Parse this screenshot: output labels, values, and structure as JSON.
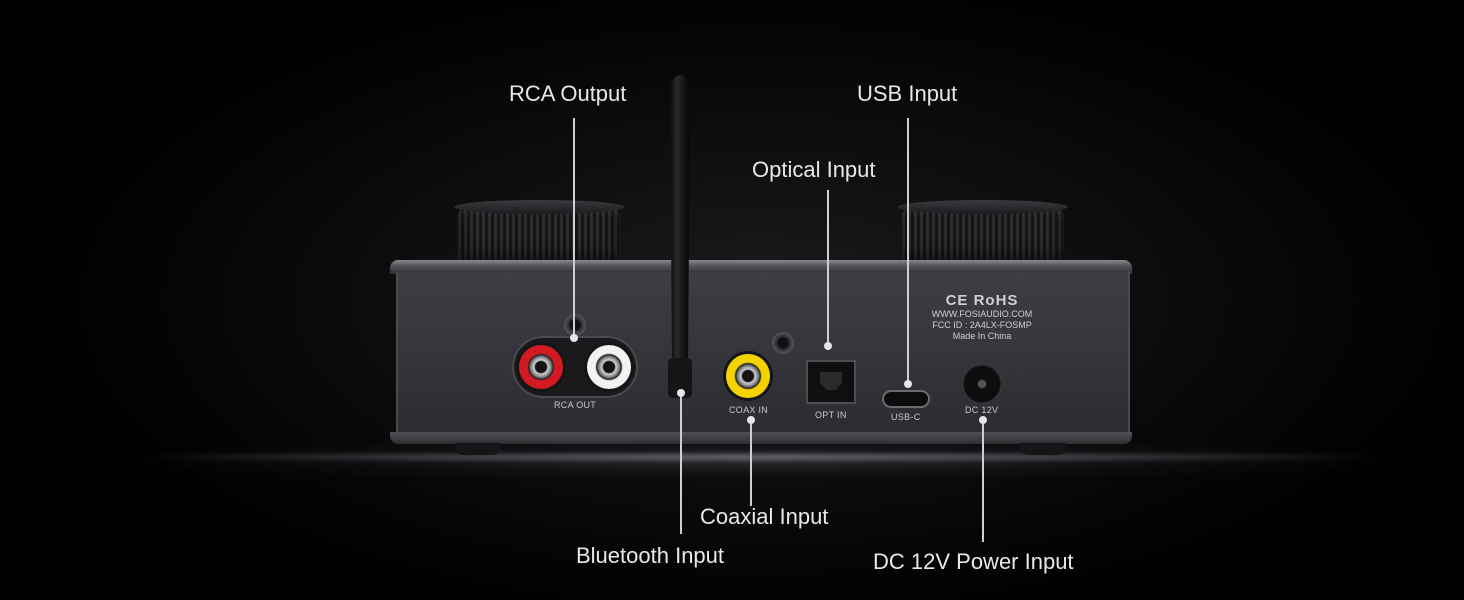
{
  "callouts": {
    "rca_output": "RCA Output",
    "usb_input": "USB Input",
    "optical_input": "Optical Input",
    "coaxial_input": "Coaxial Input",
    "bluetooth_input": "Bluetooth Input",
    "dc_power_input": "DC 12V Power Input"
  },
  "port_labels": {
    "rca_out": "RCA OUT",
    "coax_in": "COAX IN",
    "opt_in": "OPT IN",
    "usb_c": "USB-C",
    "dc_12v": "DC 12V"
  },
  "certification": {
    "logos": "CE RoHS",
    "website": "WWW.FOSIAUDIO.COM",
    "fcc_id": "FCC ID : 2A4LX-FOSMP",
    "origin": "Made In China"
  },
  "colors": {
    "rca_red": "#d31a22",
    "rca_white": "#f2f2f2",
    "coax_yellow": "#f4d200"
  }
}
